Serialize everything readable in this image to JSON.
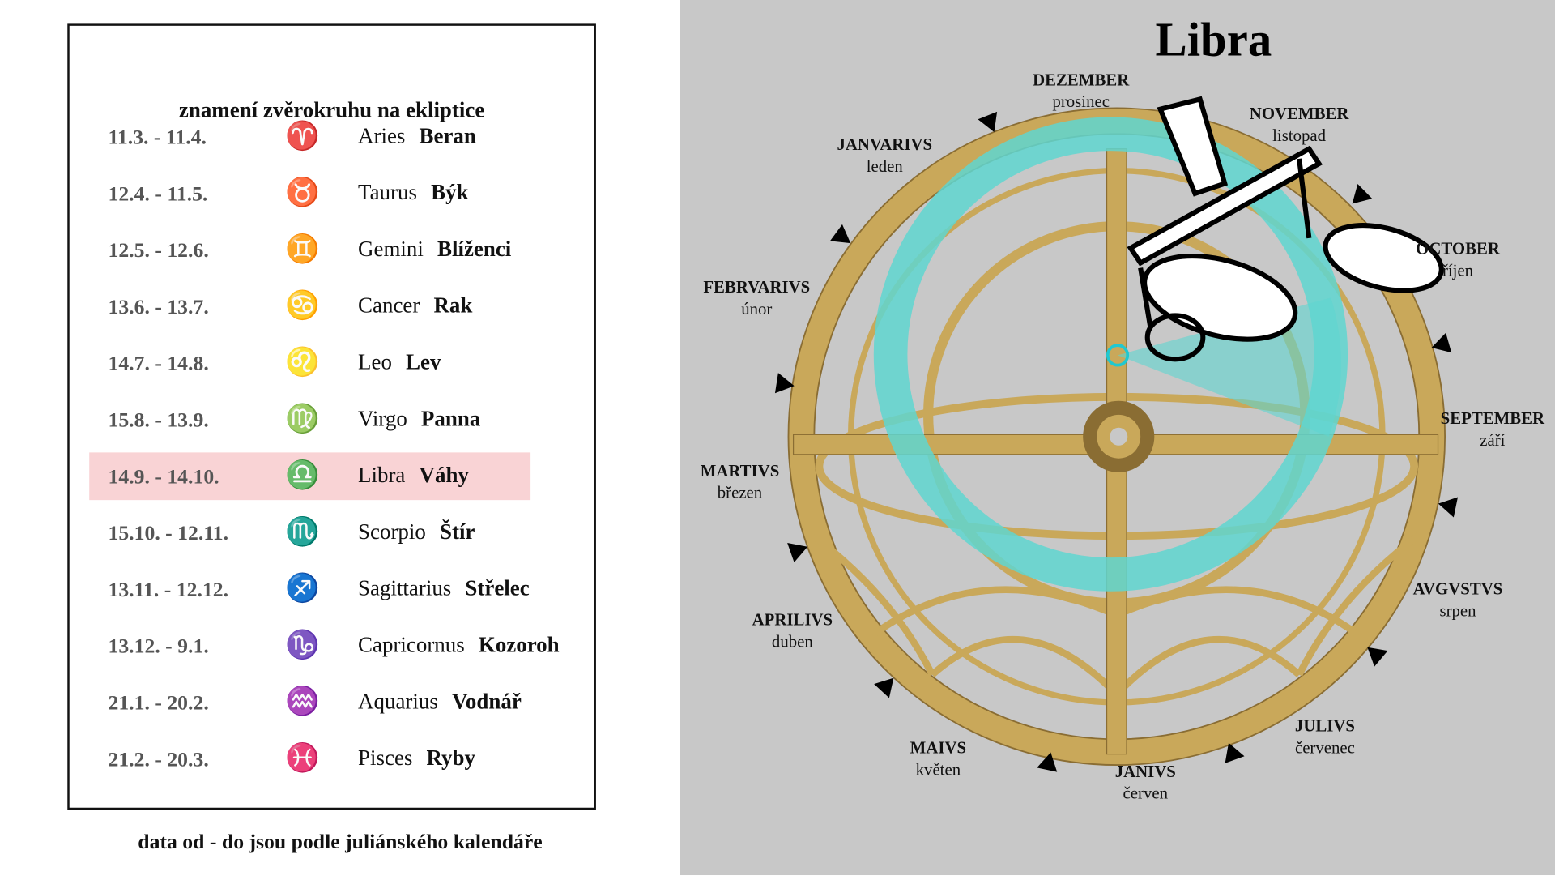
{
  "table": {
    "title": "znamení zvěrokruhu na ekliptice",
    "footer": "data od - do jsou podle juliánského kalendáře",
    "highlight_color": "#f9d3d5",
    "rows": [
      {
        "dates": "11.3. - 11.4.",
        "icon": "aries-ram-icon",
        "glyph": "♈",
        "latin": "Aries",
        "czech": "Beran"
      },
      {
        "dates": "12.4. - 11.5.",
        "icon": "taurus-bull-icon",
        "glyph": "♉",
        "latin": "Taurus",
        "czech": "Býk"
      },
      {
        "dates": "12.5. - 12.6.",
        "icon": "gemini-twins-icon",
        "glyph": "♊",
        "latin": "Gemini",
        "czech": "Blíženci"
      },
      {
        "dates": "13.6. - 13.7.",
        "icon": "cancer-crab-icon",
        "glyph": "♋",
        "latin": "Cancer",
        "czech": "Rak"
      },
      {
        "dates": "14.7. - 14.8.",
        "icon": "leo-lion-icon",
        "glyph": "♌",
        "latin": "Leo",
        "czech": "Lev"
      },
      {
        "dates": "15.8. - 13.9.",
        "icon": "virgo-maiden-icon",
        "glyph": "♍",
        "latin": "Virgo",
        "czech": "Panna"
      },
      {
        "dates": "14.9. - 14.10.",
        "icon": "libra-scales-icon",
        "glyph": "♎",
        "latin": "Libra",
        "czech": "Váhy",
        "highlighted": true
      },
      {
        "dates": "15.10. - 12.11.",
        "icon": "scorpio-scorpion-icon",
        "glyph": "♏",
        "latin": "Scorpio",
        "czech": "Štír"
      },
      {
        "dates": "13.11. - 12.12.",
        "icon": "sagittarius-archer-icon",
        "glyph": "♐",
        "latin": "Sagittarius",
        "czech": "Střelec"
      },
      {
        "dates": "13.12. - 9.1.",
        "icon": "capricorn-goat-icon",
        "glyph": "♑",
        "latin": "Capricornus",
        "czech": "Kozoroh"
      },
      {
        "dates": "21.1. - 20.2.",
        "icon": "aquarius-water-bearer-icon",
        "glyph": "♒",
        "latin": "Aquarius",
        "czech": "Vodnář"
      },
      {
        "dates": "21.2. - 20.3.",
        "icon": "pisces-fish-icon",
        "glyph": "♓",
        "latin": "Pisces",
        "czech": "Ryby"
      }
    ]
  },
  "astrolabe": {
    "overlay_label": "Libra",
    "ecliptic_color": "#5fd6d0",
    "brass_color": "#c9a85a",
    "months": [
      {
        "latin": "DEZEMBER",
        "czech": "prosinec"
      },
      {
        "latin": "NOVEMBER",
        "czech": "listopad"
      },
      {
        "latin": "JANVARIVS",
        "czech": "leden"
      },
      {
        "latin": "OCTOBER",
        "czech": "říjen"
      },
      {
        "latin": "FEBRVARIVS",
        "czech": "únor"
      },
      {
        "latin": "SEPTEMBER",
        "czech": "září"
      },
      {
        "latin": "MARTIVS",
        "czech": "březen"
      },
      {
        "latin": "AVGVSTVS",
        "czech": "srpen"
      },
      {
        "latin": "APRILIVS",
        "czech": "duben"
      },
      {
        "latin": "JULIVS",
        "czech": "červenec"
      },
      {
        "latin": "MAIVS",
        "czech": "květen"
      },
      {
        "latin": "JANIVS",
        "czech": "červen"
      }
    ]
  }
}
